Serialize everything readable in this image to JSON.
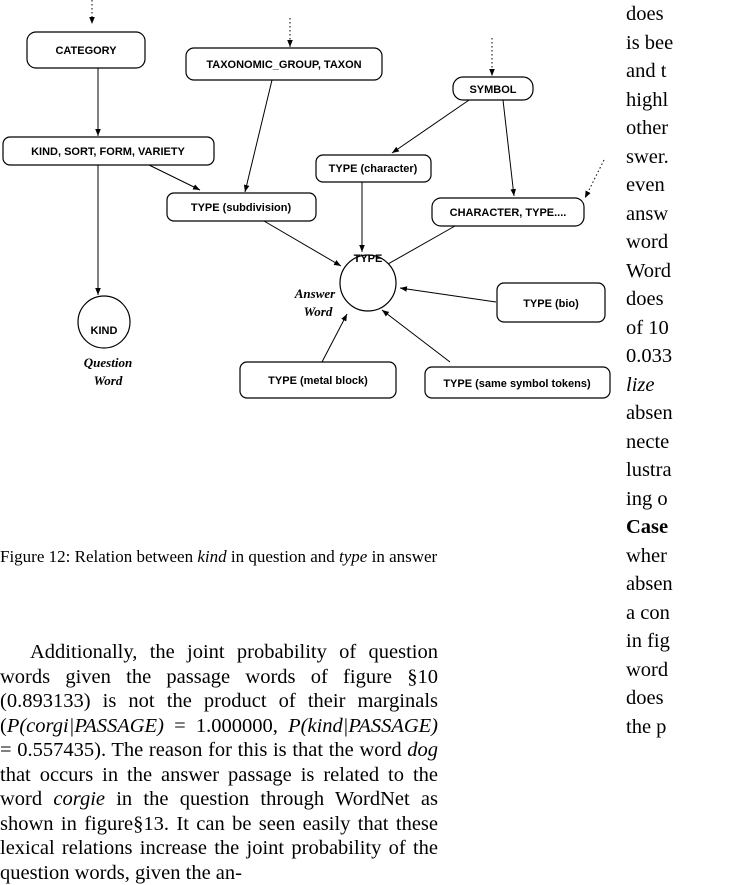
{
  "figure": {
    "nodes": {
      "category": "CATEGORY",
      "taxon": "TAXONOMIC_GROUP, TAXON",
      "symbol": "SYMBOL",
      "kind_sort": "KIND, SORT, FORM, VARIETY",
      "type_character": "TYPE (character)",
      "type_subdivision": "TYPE (subdivision)",
      "character_type": "CHARACTER, TYPE....",
      "type_center": "TYPE",
      "type_bio": "TYPE (bio)",
      "kind": "KIND",
      "type_metal": "TYPE (metal block)",
      "type_same_symbol": "TYPE  (same symbol tokens)"
    },
    "answer_word_line1": "Answer",
    "answer_word_line2": "Word",
    "question_word_line1": "Question",
    "question_word_line2": "Word"
  },
  "caption": {
    "prefix": "Figure 12: Relation between ",
    "kind": "kind",
    "middle": " in question and ",
    "type": "type",
    "suffix": " in answer"
  },
  "paragraph": {
    "t1": "Additionally, the joint probability of question words given the passage words of figure §10 (",
    "v1": "0.893133",
    "t2": ") is not the product of their marginals (",
    "m1": "P(corgi|PASSAGE)",
    "t3": " = ",
    "v2": "1.000000",
    "t4": ", ",
    "m2": "P(kind|PASSAGE)",
    "t5": " = ",
    "v3": "0.557435",
    "t6": "). The reason for this is that the word ",
    "w_dog": "dog",
    "t7": " that occurs in the answer passage is related to the word ",
    "w_corgie": "corgie",
    "t8": " in the question through WordNet as shown in figure§13. It can be seen easily that these lexical relations increase the joint probability of the question words, given the an-"
  },
  "right_column": [
    "does",
    "is bee",
    "and t",
    "highl",
    "other",
    "swer.",
    "even",
    "answ",
    "word",
    "Word",
    "does",
    "of 10",
    "0.033",
    "lize",
    "absen",
    "necte",
    "lustra",
    "ing o",
    "Case",
    "wher",
    "absen",
    "a con",
    "in fig",
    "word",
    "does",
    "the p"
  ]
}
